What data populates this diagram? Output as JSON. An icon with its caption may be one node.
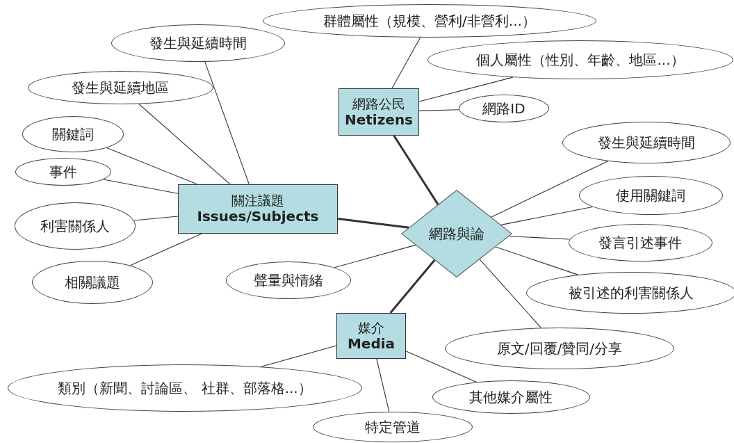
{
  "diagram": {
    "nodes": [
      {
        "text": [
          "網路公民",
          "Netizens"
        ]
      },
      {
        "text": [
          "關注議題",
          "Issues/Subjects"
        ]
      },
      {
        "text": [
          "網路與論"
        ]
      },
      {
        "text": [
          "媒介",
          "Media"
        ]
      },
      {
        "text": [
          "群體屬性（規模、營利/非營利...）"
        ]
      },
      {
        "text": [
          "發生與延續時間"
        ]
      },
      {
        "text": [
          "個人屬性（性別、年齡、地區...）"
        ]
      },
      {
        "text": [
          "發生與延續地區"
        ]
      },
      {
        "text": [
          "網路ID"
        ]
      },
      {
        "text": [
          "關鍵詞"
        ]
      },
      {
        "text": [
          "事件"
        ]
      },
      {
        "text": [
          "發生與延續時間"
        ]
      },
      {
        "text": [
          "使用關鍵詞"
        ]
      },
      {
        "text": [
          "利害關係人"
        ]
      },
      {
        "text": [
          "發言引述事件"
        ]
      },
      {
        "text": [
          "相關議題"
        ]
      },
      {
        "text": [
          "聲量與情緒"
        ]
      },
      {
        "text": [
          "被引述的利害關係人"
        ]
      },
      {
        "text": [
          "原文/回覆/贊同/分享"
        ]
      },
      {
        "text": [
          "類別（新聞、討論區、 社群、部落格...）"
        ]
      },
      {
        "text": [
          "其他媒介屬性"
        ]
      },
      {
        "text": [
          "特定管道"
        ]
      }
    ],
    "edges": [
      {
        "from": 0,
        "to": 2,
        "arrow": "none",
        "style": "thick"
      },
      {
        "from": 1,
        "to": 2,
        "arrow": "none",
        "style": "thick"
      },
      {
        "from": 2,
        "to": 3,
        "arrow": "none",
        "style": "thick"
      },
      {
        "from": 4,
        "to": 0,
        "arrow": "none"
      },
      {
        "from": 6,
        "to": 0,
        "arrow": "none"
      },
      {
        "from": 0,
        "to": 8,
        "arrow": "none"
      },
      {
        "from": 5,
        "to": 1,
        "arrow": "none"
      },
      {
        "from": 7,
        "to": 1,
        "arrow": "none"
      },
      {
        "from": 9,
        "to": 1,
        "arrow": "none"
      },
      {
        "from": 10,
        "to": 1,
        "arrow": "none"
      },
      {
        "from": 13,
        "to": 1,
        "arrow": "none"
      },
      {
        "from": 15,
        "to": 1,
        "arrow": "none"
      },
      {
        "from": 2,
        "to": 11,
        "arrow": "none"
      },
      {
        "from": 2,
        "to": 12,
        "arrow": "none"
      },
      {
        "from": 2,
        "to": 14,
        "arrow": "none"
      },
      {
        "from": 2,
        "to": 17,
        "arrow": "none"
      },
      {
        "from": 2,
        "to": 18,
        "arrow": "none"
      },
      {
        "from": 16,
        "to": 2,
        "arrow": "none"
      },
      {
        "from": 3,
        "to": 19,
        "arrow": "none"
      },
      {
        "from": 3,
        "to": 20,
        "arrow": "none"
      },
      {
        "from": 3,
        "to": 21,
        "arrow": "none"
      }
    ]
  }
}
